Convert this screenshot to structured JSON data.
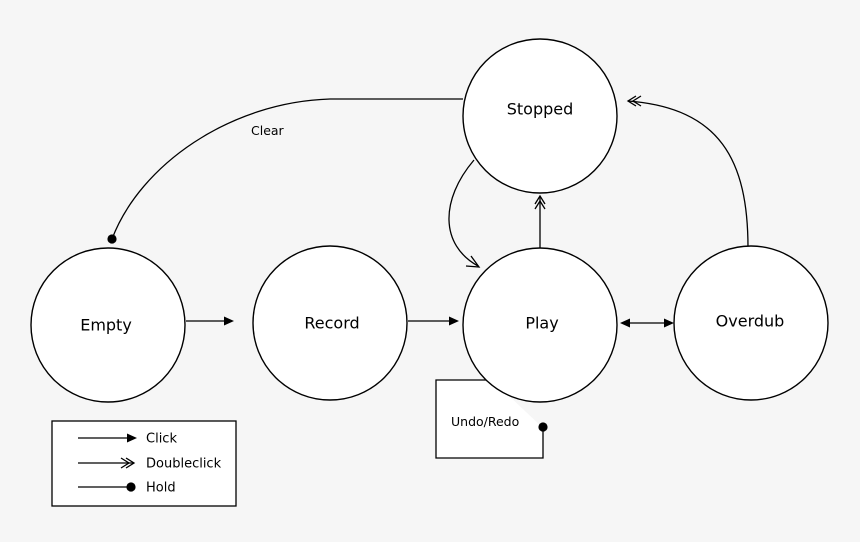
{
  "states": {
    "stopped": "Stopped",
    "empty": "Empty",
    "record": "Record",
    "play": "Play",
    "overdub": "Overdub"
  },
  "edge_labels": {
    "clear": "Clear",
    "undo_redo": "Undo/Redo"
  },
  "legend": {
    "click": "Click",
    "doubleclick": "Doubleclick",
    "hold": "Hold"
  },
  "colors": {
    "background": "#f6f6f6",
    "node_fill": "#ffffff",
    "stroke": "#000000"
  }
}
